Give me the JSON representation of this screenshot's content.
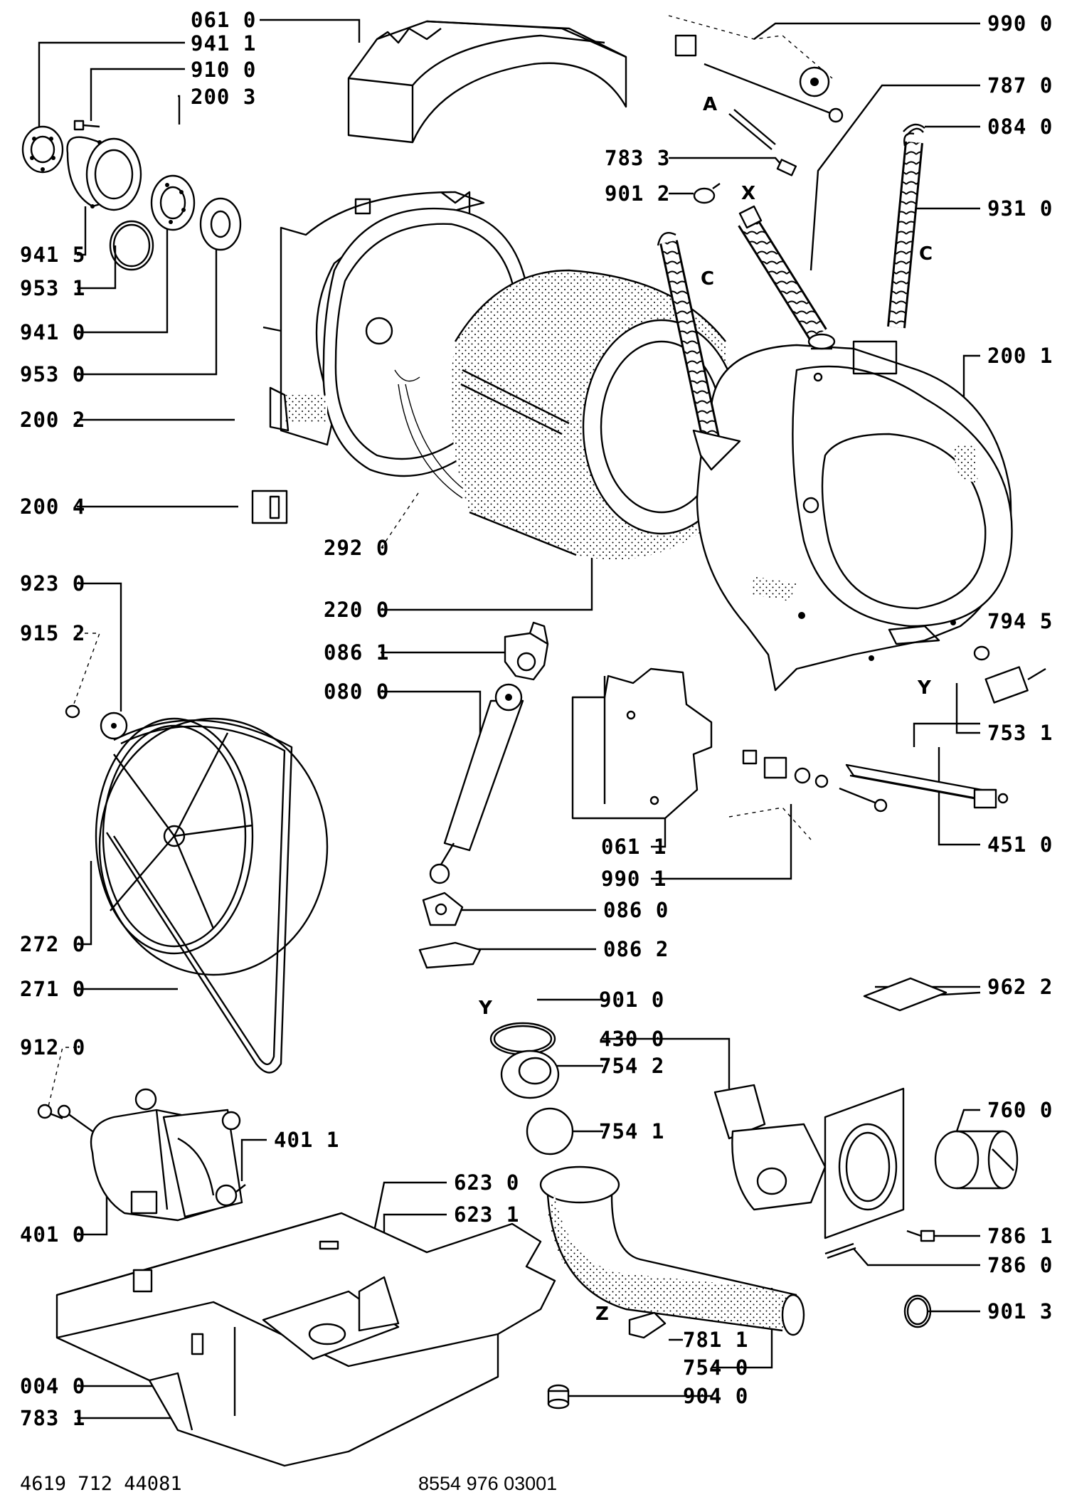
{
  "callouts": [
    {
      "id": "c0610",
      "text": "061 0"
    },
    {
      "id": "c9411",
      "text": "941 1"
    },
    {
      "id": "c9100",
      "text": "910 0"
    },
    {
      "id": "c2003",
      "text": "200 3"
    },
    {
      "id": "c9415",
      "text": "941 5"
    },
    {
      "id": "c9531",
      "text": "953 1"
    },
    {
      "id": "c9410",
      "text": "941 0"
    },
    {
      "id": "c9530",
      "text": "953 0"
    },
    {
      "id": "c2002",
      "text": "200 2"
    },
    {
      "id": "c2004",
      "text": "200 4"
    },
    {
      "id": "c2920",
      "text": "292 0"
    },
    {
      "id": "c2200",
      "text": "220 0"
    },
    {
      "id": "c9230",
      "text": "923 0"
    },
    {
      "id": "c9152",
      "text": "915 2"
    },
    {
      "id": "c0861",
      "text": "086 1"
    },
    {
      "id": "c0800",
      "text": "080 0"
    },
    {
      "id": "c0611",
      "text": "061 1"
    },
    {
      "id": "c9901",
      "text": "990 1"
    },
    {
      "id": "c0860",
      "text": "086 0"
    },
    {
      "id": "c0862",
      "text": "086 2"
    },
    {
      "id": "c2720",
      "text": "272 0"
    },
    {
      "id": "c2710",
      "text": "271 0"
    },
    {
      "id": "c9120",
      "text": "912 0"
    },
    {
      "id": "c4011",
      "text": "401 1"
    },
    {
      "id": "c4010",
      "text": "401 0"
    },
    {
      "id": "c6230",
      "text": "623 0"
    },
    {
      "id": "c6231",
      "text": "623 1"
    },
    {
      "id": "c0040",
      "text": "004 0"
    },
    {
      "id": "c7831",
      "text": "783 1"
    },
    {
      "id": "c9900",
      "text": "990 0"
    },
    {
      "id": "c7870",
      "text": "787 0"
    },
    {
      "id": "c0840",
      "text": "084 0"
    },
    {
      "id": "c7833",
      "text": "783 3"
    },
    {
      "id": "c9012",
      "text": "901 2"
    },
    {
      "id": "c9310",
      "text": "931 0"
    },
    {
      "id": "c2001",
      "text": "200 1"
    },
    {
      "id": "c7945",
      "text": "794 5"
    },
    {
      "id": "c7531",
      "text": "753 1"
    },
    {
      "id": "c4510",
      "text": "451 0"
    },
    {
      "id": "c9622",
      "text": "962 2"
    },
    {
      "id": "c9010",
      "text": "901 0"
    },
    {
      "id": "c4300",
      "text": "430 0"
    },
    {
      "id": "c7542",
      "text": "754 2"
    },
    {
      "id": "c7541",
      "text": "754 1"
    },
    {
      "id": "c7600",
      "text": "760 0"
    },
    {
      "id": "c7861",
      "text": "786 1"
    },
    {
      "id": "c7860",
      "text": "786 0"
    },
    {
      "id": "c9013",
      "text": "901 3"
    },
    {
      "id": "c7811",
      "text": "781 1"
    },
    {
      "id": "c7540",
      "text": "754 0"
    },
    {
      "id": "c9040",
      "text": "904 0"
    }
  ],
  "letters": {
    "a": "A",
    "x": "X",
    "c_left": "C",
    "c_right": "C",
    "y_top": "Y",
    "y_bottom": "Y",
    "z": "Z"
  },
  "footer": {
    "left_code": "4619 712 44081",
    "right_code": "8554 976 03001"
  }
}
